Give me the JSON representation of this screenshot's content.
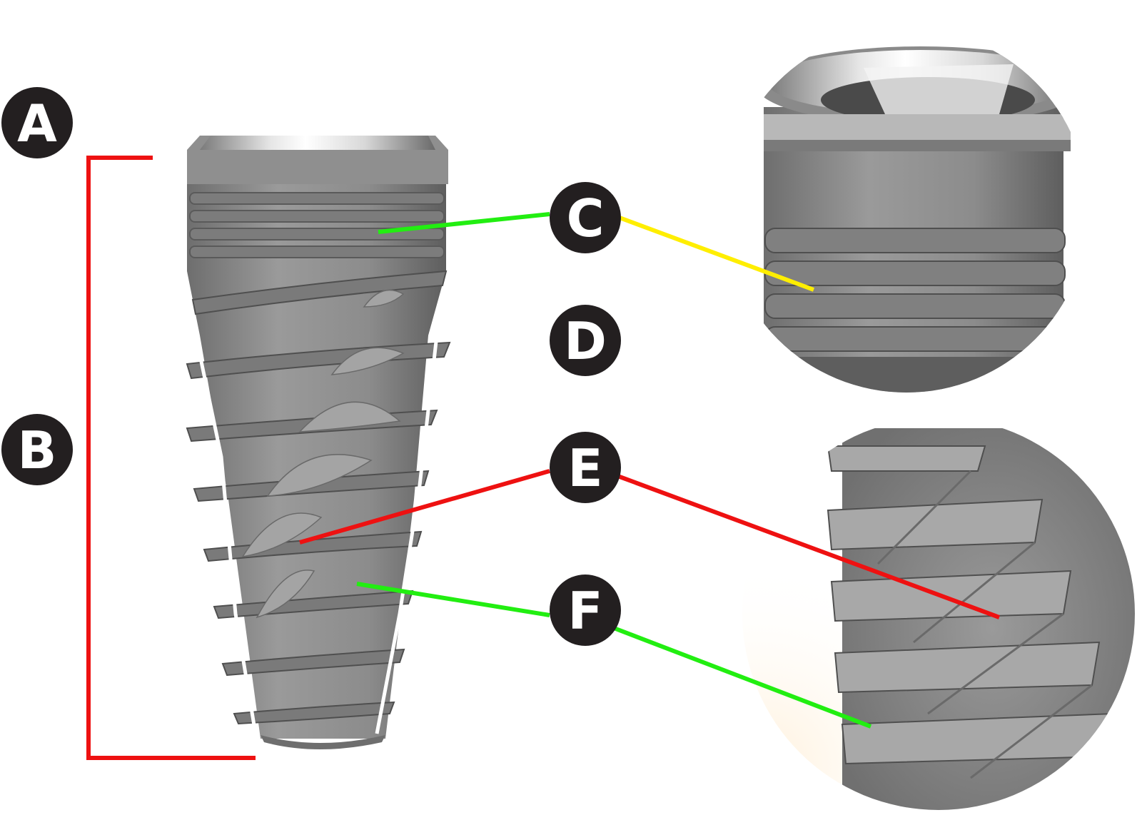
{
  "labels": {
    "a": "A",
    "b": "B",
    "c": "C",
    "d": "D",
    "e": "E",
    "f": "F"
  },
  "colors": {
    "bracket": "#ee1111",
    "leader_c_in": "#22ee11",
    "leader_c_out": "#ffee00",
    "leader_e": "#ee1111",
    "leader_f": "#22ee11",
    "badge": "#231f20",
    "badge_text": "#ffffff",
    "metal": "#8a8a8a",
    "metal_dark": "#5a5a5a",
    "metal_light": "#c8c8c8"
  }
}
